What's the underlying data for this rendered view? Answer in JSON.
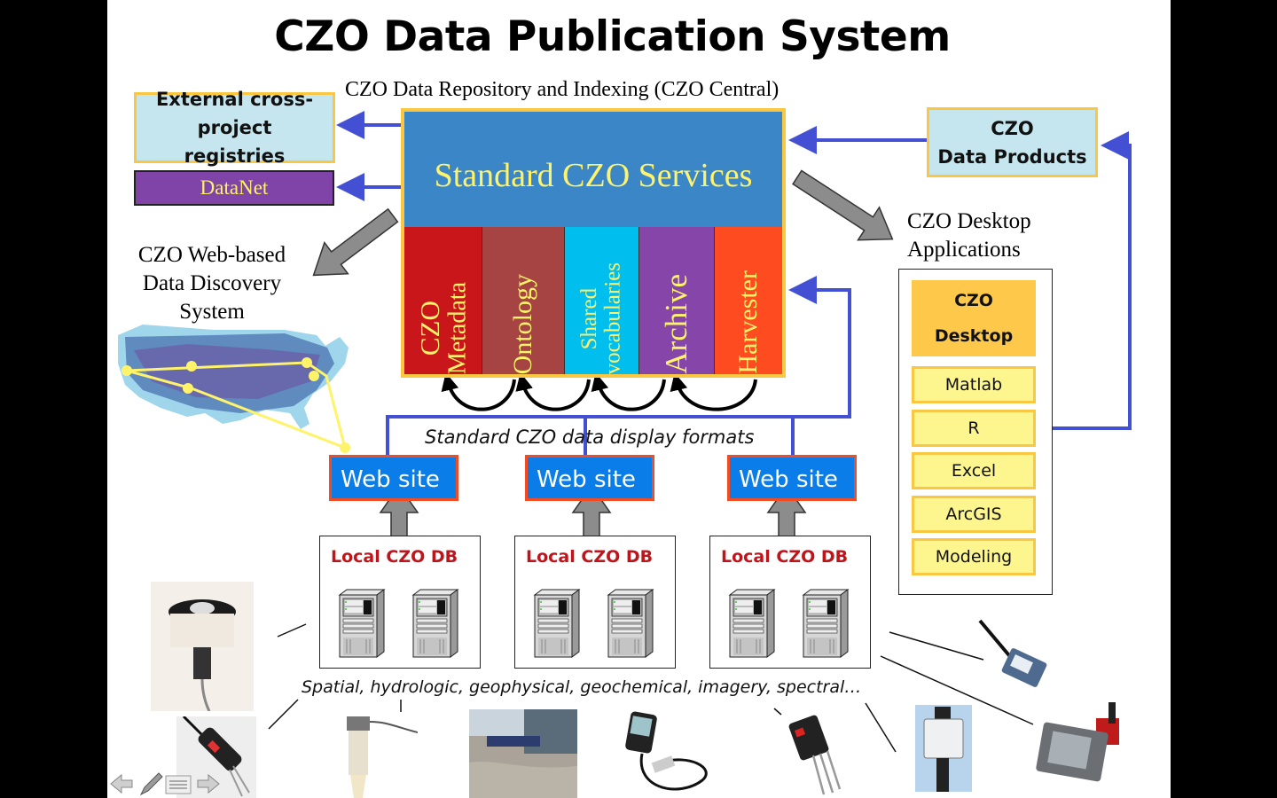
{
  "slide": {
    "title": "CZO Data Publication System",
    "central_caption": "CZO Data Repository and Indexing (CZO Central)",
    "services": {
      "label": "Standard CZO Services",
      "columns": [
        {
          "label": "CZO Metadata",
          "line1": "CZO",
          "line2": "Metadata",
          "color": "#c8161a"
        },
        {
          "label": "Ontology",
          "color": "#a54442"
        },
        {
          "label": "Shared vocabularies",
          "line1": "Shared",
          "line2": "vocabularies",
          "color": "#00bfee"
        },
        {
          "label": "Archive",
          "color": "#8545a9"
        },
        {
          "label": "Harvester",
          "color": "#ff4b20"
        }
      ]
    },
    "external_registries": "External cross-project registries",
    "datanet": "DataNet",
    "data_products": {
      "line1": "CZO",
      "line2": "Data Products"
    },
    "desktop": {
      "caption_line1": "CZO Desktop",
      "caption_line2": "Applications",
      "header_line1": "CZO",
      "header_line2": "Desktop",
      "apps": [
        "Matlab",
        "R",
        "Excel",
        "ArcGIS",
        "Modeling"
      ]
    },
    "web_discovery": {
      "line1": "CZO Web-based",
      "line2": "Data Discovery",
      "line3": "System"
    },
    "display_formats": "Standard CZO data display formats",
    "websites": [
      "Web site",
      "Web site",
      "Web site"
    ],
    "local_dbs": [
      "Local CZO DB",
      "Local CZO DB",
      "Local CZO DB"
    ],
    "data_types": "Spatial, hydrologic, geophysical, geochemical, imagery, spectral…",
    "colors": {
      "connector_blue": "#4450d4",
      "box_border_gold": "#f9c742",
      "services_blue": "#3b86c7",
      "label_yellow": "#fff36a",
      "website_blue": "#0b7de9",
      "db_label_red": "#c0141b"
    }
  },
  "viewer_nav": {
    "icons": [
      "arrow-left-icon",
      "pen-icon",
      "menu-icon",
      "arrow-right-icon"
    ]
  }
}
